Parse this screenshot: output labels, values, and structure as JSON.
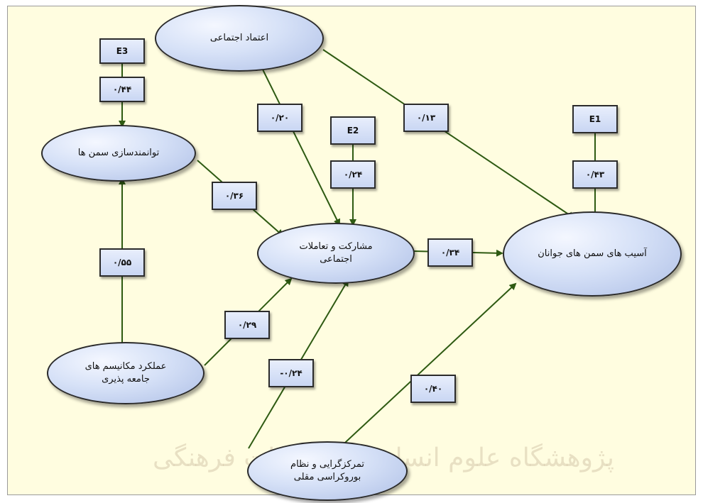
{
  "diagram": {
    "nodes": [
      {
        "id": "trust",
        "lines": [
          "اعتماد اجتماعی"
        ]
      },
      {
        "id": "empower",
        "lines": [
          "توانمندسازی سمن ها"
        ]
      },
      {
        "id": "partic",
        "lines": [
          "مشارکت و  تعاملات",
          "اجتماعی"
        ]
      },
      {
        "id": "harm",
        "lines": [
          "آسیب های سمن های جوانان"
        ]
      },
      {
        "id": "mech",
        "lines": [
          "عملکرد مکانیسم های",
          "جامعه پذیری"
        ]
      },
      {
        "id": "central",
        "lines": [
          "تمرکزگرایی و نظام",
          "بوروکراسی مقلی"
        ]
      }
    ],
    "errors": [
      {
        "id": "e3",
        "label": "E3"
      },
      {
        "id": "e2",
        "label": "E2"
      },
      {
        "id": "e1",
        "label": "E1"
      }
    ],
    "coefficients": [
      {
        "id": "c_e3_empower",
        "value": "۰/۴۴"
      },
      {
        "id": "c_trust_partic",
        "value": "۰/۲۰"
      },
      {
        "id": "c_e2_partic",
        "value": "۰/۲۴"
      },
      {
        "id": "c_trust_harm",
        "value": "۰/۱۳"
      },
      {
        "id": "c_e1_harm",
        "value": "۰/۴۳"
      },
      {
        "id": "c_empower_partic",
        "value": "۰/۳۶"
      },
      {
        "id": "c_mech_empower",
        "value": "۰/۵۵"
      },
      {
        "id": "c_partic_harm",
        "value": "۰/۳۴"
      },
      {
        "id": "c_mech_partic",
        "value": "۰/۲۹"
      },
      {
        "id": "c_central_partic",
        "value": "-۰/۲۴"
      },
      {
        "id": "c_central_harm",
        "value": "۰/۴۰"
      }
    ]
  },
  "watermark": "پژوهشگاه علوم انسانی و مطالعات فرهنگی",
  "colors": {
    "line": "#2e5a12",
    "node_fill": "#c6d4f2",
    "background": "#fffde0"
  }
}
